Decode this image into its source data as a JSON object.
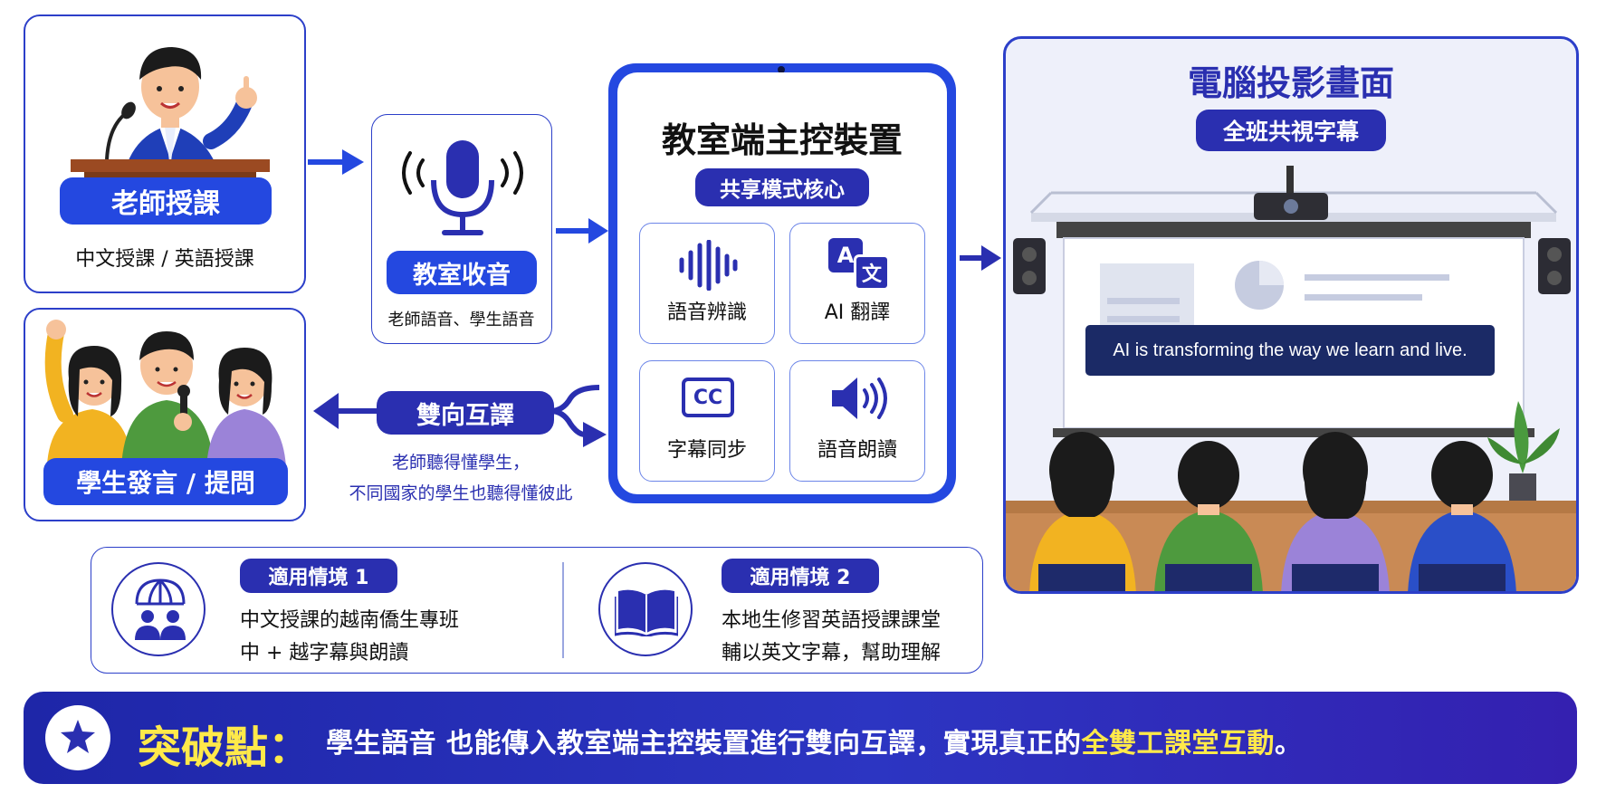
{
  "teacher": {
    "badge": "老師授課",
    "subtitle": "中文授課 / 英語授課"
  },
  "students": {
    "badge": "學生發言 / 提問"
  },
  "audio_capture": {
    "badge": "教室收音",
    "subtitle": "老師語音、學生語音"
  },
  "bidirectional": {
    "badge": "雙向互譯",
    "line1": "老師聽得懂學生，",
    "line2": "不同國家的學生也聽得懂彼此"
  },
  "device": {
    "title": "教室端主控裝置",
    "badge": "共享模式核心",
    "features": [
      {
        "label": "語音辨識",
        "icon": "waveform-icon"
      },
      {
        "label": "AI 翻譯",
        "icon": "translate-icon"
      },
      {
        "label": "字幕同步",
        "icon": "cc-icon"
      },
      {
        "label": "語音朗讀",
        "icon": "speaker-icon"
      }
    ],
    "translate_glyph_a": "A",
    "translate_glyph_b": "文",
    "cc_glyph": "CC"
  },
  "projection": {
    "title": "電腦投影畫面",
    "badge": "全班共視字幕",
    "subtitle_text": "AI is transforming the way we learn and live."
  },
  "scenarios": [
    {
      "badge": "適用情境 1",
      "line1": "中文授課的越南僑生專班",
      "line2": "中 + 越字幕與朗讀",
      "icon": "globe-people-icon"
    },
    {
      "badge": "適用情境 2",
      "line1": "本地生修習英語授課課堂",
      "line2": "輔以英文字幕，幫助理解",
      "icon": "open-book-icon"
    }
  ],
  "banner": {
    "heading": "突破點：",
    "text_main": "學生語音 也能傳入教室端主控裝置進行雙向互譯，實現真正的",
    "text_highlight": "全雙工課堂互動",
    "text_end": "。",
    "icon": "star-icon"
  },
  "colors": {
    "primary_blue": "#2448e0",
    "deep_indigo": "#2a2fb0",
    "highlight_yellow": "#ffe94a",
    "border_blue": "#2c3fc9"
  }
}
